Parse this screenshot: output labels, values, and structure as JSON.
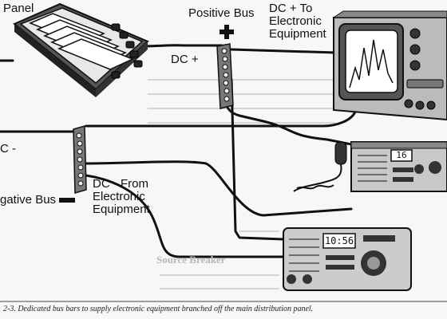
{
  "labels": {
    "panel": "Panel",
    "positive_bus": "Positive Bus",
    "dc_plus_to_line1": "DC + To",
    "dc_plus_to_line2": "Electronic",
    "dc_plus_to_line3": "Equipment",
    "dc_plus": "DC +",
    "dc_minus": "C -",
    "negative_bus": "gative Bus",
    "dc_minus_from_line1": "DC - From",
    "dc_minus_from_line2": "Electronic",
    "dc_minus_from_line3": "Equipment"
  },
  "devices": {
    "radio_channel": "16",
    "clock_display": "10:56"
  },
  "background_text": {
    "heading": "Source Breaker"
  },
  "caption": "2-3. Dedicated bus bars to supply electronic equipment branched off the main distribution panel."
}
